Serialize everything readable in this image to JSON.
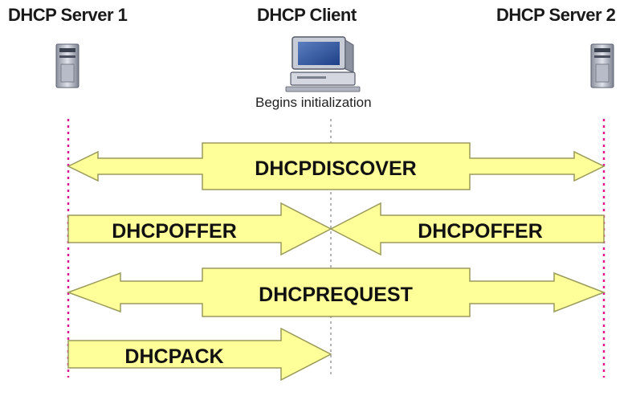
{
  "actors": {
    "server1": "DHCP Server 1",
    "client": "DHCP Client",
    "server2": "DHCP Server 2"
  },
  "client_note": "Begins initialization",
  "messages": {
    "discover": "DHCPDISCOVER",
    "offer_from_server1": "DHCPOFFER",
    "offer_from_server2": "DHCPOFFER",
    "request": "DHCPREQUEST",
    "ack": "DHCPACK"
  },
  "colors": {
    "arrow_fill": "#ffff99",
    "arrow_stroke": "#9a9a5a",
    "server_lifeline": "#e0198f",
    "client_lifeline": "#b5b5b5"
  },
  "icons": {
    "server1": "server-tower-icon",
    "client": "desktop-computer-icon",
    "server2": "server-tower-icon"
  }
}
